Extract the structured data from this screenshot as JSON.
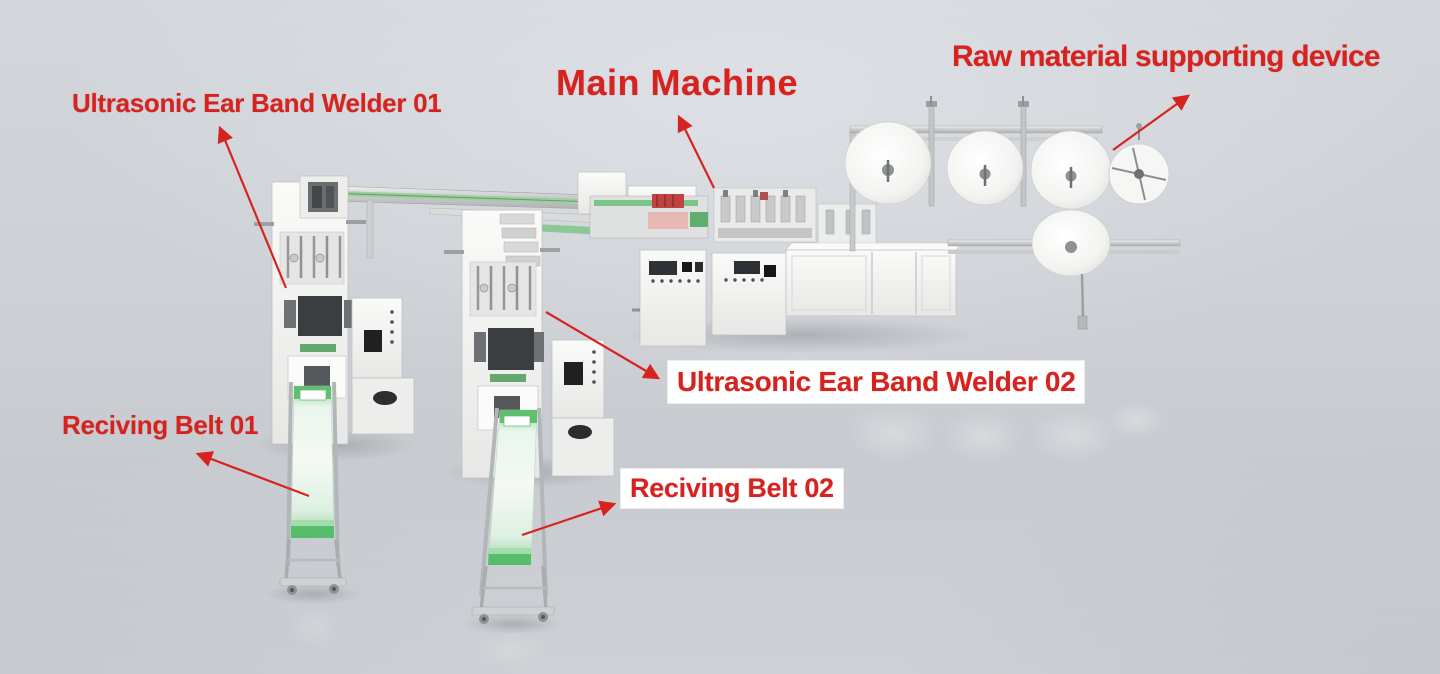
{
  "annotations": {
    "welder01": {
      "text": "Ultrasonic Ear Band Welder 01",
      "highlighted": false
    },
    "main_machine": {
      "text": "Main Machine",
      "highlighted": false
    },
    "raw_material": {
      "text": "Raw material supporting device",
      "highlighted": false
    },
    "welder02": {
      "text": "Ultrasonic Ear Band Welder 02",
      "highlighted": true
    },
    "belt01": {
      "text": "Reciving Belt 01",
      "highlighted": false
    },
    "belt02": {
      "text": "Reciving Belt 02",
      "highlighted": true
    }
  },
  "colors": {
    "annotation_red": "#d7231f",
    "highlight_background": "#ffffff",
    "belt_green": "#69c478",
    "machine_white": "#f4f5f3",
    "scene_background": "#ced1d6"
  }
}
